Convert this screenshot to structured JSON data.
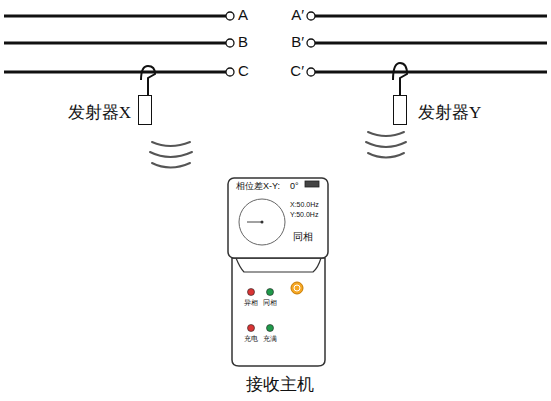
{
  "diagram": {
    "nodes": [
      {
        "text": [
          "发射器X"
        ]
      },
      {
        "text": [
          "发射器Y"
        ]
      },
      {
        "text": [
          "接收主机"
        ]
      },
      {
        "text": [
          "相位差X-Y:",
          "0°",
          "X:50.0Hz",
          "Y:50.0Hz",
          "同相"
        ],
        "in": 2
      }
    ],
    "labels": [
      "A",
      "B",
      "C",
      "A′",
      "B′",
      "C′",
      "异相",
      "同相",
      "充电",
      "充满"
    ]
  }
}
